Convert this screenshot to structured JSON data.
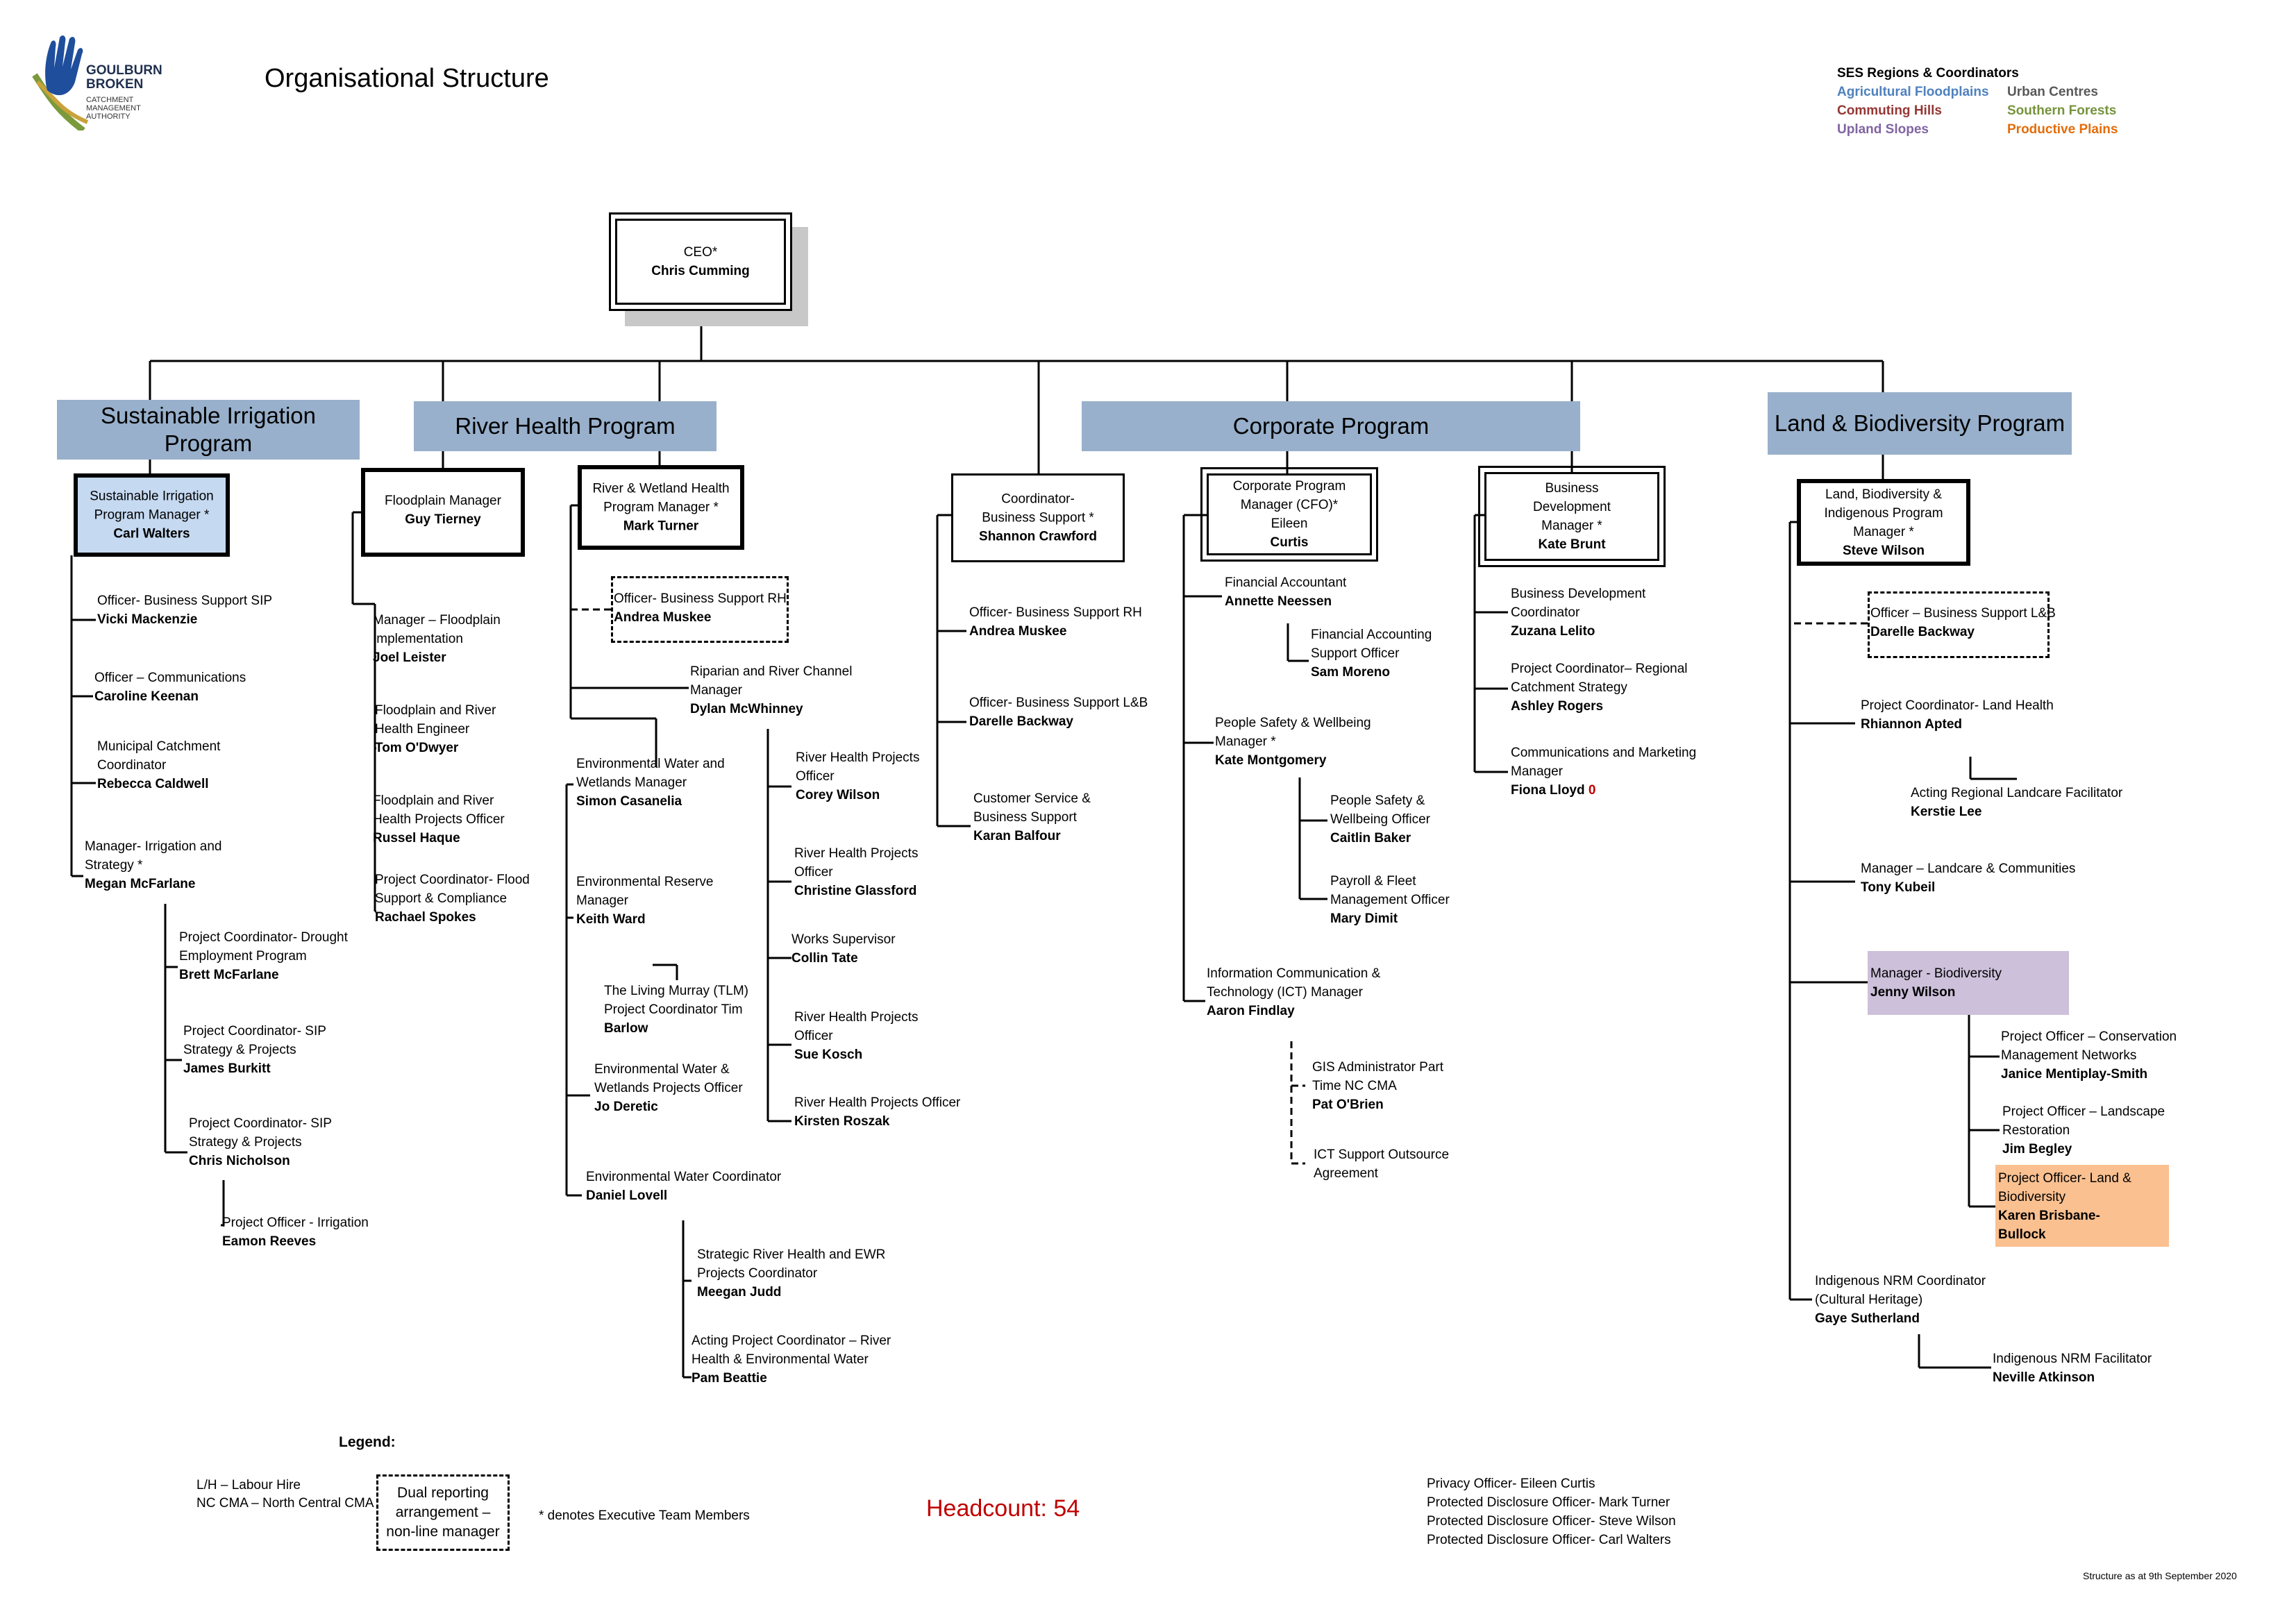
{
  "header": {
    "logo_text": "GOULBURN BROKEN",
    "logo_sub": "CATCHMENT MANAGEMENT AUTHORITY",
    "title": "Organisational Structure"
  },
  "ses": {
    "heading": "SES Regions & Coordinators",
    "regions": [
      {
        "label": "Agricultural Floodplains",
        "color": "#4f81bd"
      },
      {
        "label": "Urban Centres",
        "color": "#595959"
      },
      {
        "label": "Commuting Hills",
        "color": "#953735"
      },
      {
        "label": "Southern Forests",
        "color": "#77933c"
      },
      {
        "label": "Upland Slopes",
        "color": "#8064a2"
      },
      {
        "label": "Productive Plains",
        "color": "#e46c0a"
      }
    ]
  },
  "ceo": {
    "title": "CEO*",
    "name": "Chris Cumming"
  },
  "programs": {
    "sip": "Sustainable Irrigation Program",
    "rh": "River Health Program",
    "corp": "Corporate Program",
    "lb": "Land & Biodiversity Program"
  },
  "managers": {
    "sip": {
      "title": "Sustainable Irrigation Program Manager *",
      "name": "Carl Walters"
    },
    "flood": {
      "title": "Floodplain Manager",
      "name": "Guy Tierney"
    },
    "rwh": {
      "title": "River & Wetland Health Program Manager *",
      "name": "Mark Turner"
    },
    "cbs": {
      "title": "Coordinator- Business Support *",
      "name": "Shannon Crawford"
    },
    "cfo": {
      "title": "Corporate Program Manager (CFO)* Eileen",
      "name": "Curtis"
    },
    "bdm": {
      "title": "Business Development Manager *",
      "name": "Kate Brunt"
    },
    "lbm": {
      "title": "Land, Biodiversity & Indigenous Program Manager *",
      "name": "Steve Wilson"
    }
  },
  "staff": {
    "sip1": {
      "title": "Officer- Business Support SIP",
      "name": "Vicki Mackenzie"
    },
    "sip2": {
      "title": "Officer – Communications",
      "name": "Caroline Keenan"
    },
    "sip3": {
      "title": "Municipal Catchment Coordinator",
      "name": "Rebecca Caldwell"
    },
    "sip4": {
      "title": "Manager- Irrigation and Strategy *",
      "name": "Megan McFarlane"
    },
    "sip5": {
      "title": "Project Coordinator- Drought Employment Program",
      "name": "Brett McFarlane"
    },
    "sip6": {
      "title": "Project Coordinator- SIP Strategy & Projects",
      "name": "James Burkitt"
    },
    "sip7": {
      "title": "Project Coordinator- SIP Strategy & Projects",
      "name": "Chris Nicholson"
    },
    "sip8": {
      "title": "Project Officer - Irrigation",
      "name": "Eamon Reeves"
    },
    "fl1": {
      "title": "Manager – Floodplain Implementation",
      "name": "Joel Leister"
    },
    "fl2": {
      "title": "Floodplain and River Health Engineer",
      "name": "Tom O'Dwyer"
    },
    "fl3": {
      "title": "Floodplain and River Health Projects Officer",
      "name": "Russel Haque"
    },
    "fl4": {
      "title": "Project Coordinator- Flood Support & Compliance",
      "name": "Rachael Spokes"
    },
    "rw1": {
      "title": "Officer- Business Support  RH",
      "name": "Andrea Muskee"
    },
    "rw2": {
      "title": "Riparian and River Channel Manager",
      "name": "Dylan McWhinney"
    },
    "rw3": {
      "title": "Environmental Water and Wetlands Manager",
      "name": "Simon Casanelia"
    },
    "rw4": {
      "title": "Environmental Reserve Manager",
      "name": "Keith Ward"
    },
    "rw5": {
      "title": "The Living Murray (TLM) Project Coordinator Tim",
      "name": "Barlow"
    },
    "rw6": {
      "title": "Environmental Water & Wetlands Projects Officer",
      "name": "Jo Deretic"
    },
    "rw7": {
      "title": "Environmental Water Coordinator",
      "name": "Daniel Lovell"
    },
    "rw8": {
      "title": "Strategic River Health and EWR Projects Coordinator",
      "name": "Meegan Judd"
    },
    "rw9": {
      "title": "Acting Project Coordinator – River Health & Environmental Water",
      "name": "Pam Beattie"
    },
    "rc1": {
      "title": "River Health Projects Officer",
      "name": "Corey Wilson"
    },
    "rc2": {
      "title": "River Health Projects Officer",
      "name": "Christine Glassford"
    },
    "rc3": {
      "title": "Works Supervisor",
      "name": "Collin Tate"
    },
    "rc4": {
      "title": "River Health Projects Officer",
      "name": "Sue Kosch"
    },
    "rc5": {
      "title": "River Health Projects Officer",
      "name": "Kirsten Roszak"
    },
    "cb1": {
      "title": "Officer- Business Support RH",
      "name": "Andrea Muskee"
    },
    "cb2": {
      "title": "Officer- Business Support L&B",
      "name": "Darelle Backway"
    },
    "cb3": {
      "title": "Customer Service & Business Support",
      "name": "Karan Balfour"
    },
    "cf1": {
      "title": "Financial Accountant",
      "name": "Annette Neessen"
    },
    "cf2": {
      "title": "Financial Accounting Support Officer",
      "name": "Sam Moreno"
    },
    "cf3": {
      "title": "People Safety & Wellbeing Manager *",
      "name": "Kate Montgomery"
    },
    "cf4": {
      "title": "People Safety & Wellbeing Officer",
      "name": "Caitlin Baker"
    },
    "cf5": {
      "title": "Payroll & Fleet Management Officer",
      "name": "Mary Dimit"
    },
    "cf6": {
      "title": "Information Communication & Technology (ICT)  Manager",
      "name": "Aaron Findlay"
    },
    "cf7": {
      "title": "GIS Administrator Part Time NC CMA",
      "name": "Pat O'Brien"
    },
    "cf8": {
      "title": "ICT Support Outsource Agreement",
      "name": ""
    },
    "bd1": {
      "title": "Business Development Coordinator",
      "name": "Zuzana Lelito"
    },
    "bd2": {
      "title": "Project Coordinator– Regional Catchment Strategy",
      "name": "Ashley Rogers"
    },
    "bd3": {
      "title": "Communications and Marketing Manager",
      "name": "Fiona Lloyd",
      "mark": "0"
    },
    "lb1": {
      "title": "Officer – Business Support L&B",
      "name": "Darelle Backway"
    },
    "lb2": {
      "title": "Project Coordinator- Land Health",
      "name": "Rhiannon Apted"
    },
    "lb3": {
      "title": "Acting Regional Landcare Facilitator",
      "name": "Kerstie Lee"
    },
    "lb4": {
      "title": "Manager – Landcare & Communities",
      "name": "Tony Kubeil"
    },
    "lb5": {
      "title": "Manager - Biodiversity",
      "name": "Jenny Wilson"
    },
    "lb6": {
      "title": "Project Officer – Conservation Management Networks",
      "name": "Janice Mentiplay-Smith"
    },
    "lb7": {
      "title": "Project Officer – Landscape Restoration",
      "name": "Jim Begley"
    },
    "lb8": {
      "title": "Project Officer- Land & Biodiversity",
      "name": "Karen Brisbane-Bullock"
    },
    "lb9": {
      "title": "Indigenous NRM Coordinator (Cultural Heritage)",
      "name": "Gaye Sutherland"
    },
    "lb10": {
      "title": "Indigenous NRM Facilitator",
      "name": "Neville Atkinson"
    }
  },
  "legend": {
    "title": "Legend:",
    "lh": "L/H – Labour Hire",
    "nc": "NC CMA – North Central CMA",
    "dual": "Dual reporting arrangement – non-line manager",
    "exec": "* denotes Executive Team Members"
  },
  "headcount": "Headcount: 54",
  "colors": {
    "program": "#98b0cb",
    "sip_mgr": "#c5d9f1",
    "biodiversity": "#ccc0da",
    "landbio": "#fac090",
    "headcount": "#c00000"
  },
  "officers": [
    "Privacy Officer- Eileen Curtis",
    "Protected Disclosure Officer- Mark Turner",
    "Protected Disclosure Officer- Steve Wilson",
    "Protected Disclosure Officer- Carl Walters"
  ],
  "structure_date": "Structure as at 9th September 2020"
}
